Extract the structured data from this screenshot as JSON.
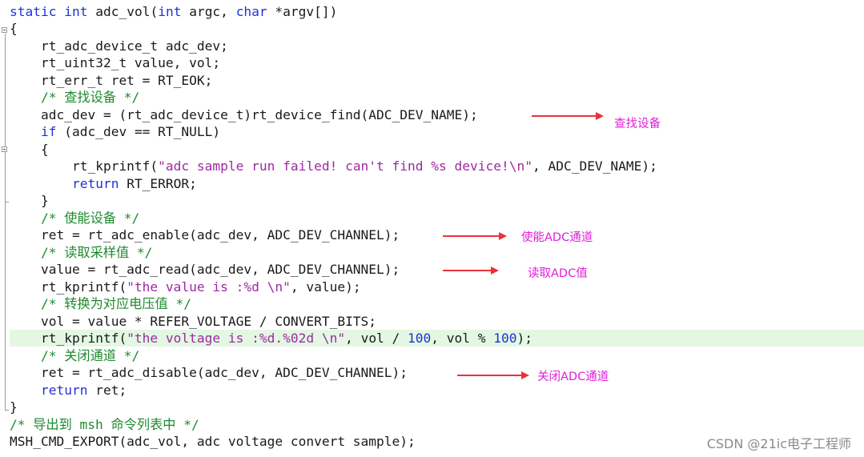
{
  "code": {
    "l1": {
      "a": "static",
      "b": " ",
      "c": "int",
      "d": " adc_vol(",
      "e": "int",
      "f": " argc, ",
      "g": "char",
      "h": " *argv[])"
    },
    "l2": {
      "a": "{"
    },
    "l3": {
      "a": "    rt_adc_device_t adc_dev;"
    },
    "l4": {
      "a": "    rt_uint32_t value, vol;"
    },
    "l5": {
      "a": "    rt_err_t ret = RT_EOK;"
    },
    "l6": {
      "a": "    /* 查找设备 */"
    },
    "l7": {
      "a": "    adc_dev = (rt_adc_device_t)rt_device_find(ADC_DEV_NAME);"
    },
    "l8": {
      "a": "    ",
      "b": "if",
      "c": " (adc_dev == RT_NULL)"
    },
    "l9": {
      "a": "    {"
    },
    "l10": {
      "a": "        rt_kprintf(",
      "b": "\"adc sample run failed! can't find %s device!\\n\"",
      "c": ", ADC_DEV_NAME);"
    },
    "l11": {
      "a": "        ",
      "b": "return",
      "c": " RT_ERROR;"
    },
    "l12": {
      "a": "    }"
    },
    "l13": {
      "a": "    /* 使能设备 */"
    },
    "l14": {
      "a": "    ret = rt_adc_enable(adc_dev, ADC_DEV_CHANNEL);"
    },
    "l15": {
      "a": "    /* 读取采样值 */"
    },
    "l16": {
      "a": "    value = rt_adc_read(adc_dev, ADC_DEV_CHANNEL);"
    },
    "l17": {
      "a": "    rt_kprintf(",
      "b": "\"the value is :%d \\n\"",
      "c": ", value);"
    },
    "l18": {
      "a": "    /* 转换为对应电压值 */"
    },
    "l19": {
      "a": "    vol = value * REFER_VOLTAGE / CONVERT_BITS;"
    },
    "l20": {
      "a": "    rt_kprintf(",
      "b": "\"the voltage is :%d.%02d \\n\"",
      "c": ", vol / ",
      "d": "100",
      "e": ", vol % ",
      "f": "100",
      "g": ");"
    },
    "l21": {
      "a": "    /* 关闭通道 */"
    },
    "l22": {
      "a": "    ret = rt_adc_disable(adc_dev, ADC_DEV_CHANNEL);"
    },
    "l23": {
      "a": "    ",
      "b": "return",
      "c": " ret;"
    },
    "l24": {
      "a": "}"
    },
    "l25": {
      "a": "/* 导出到 msh 命令列表中 */"
    },
    "l26": {
      "a": "MSH_CMD_EXPORT(adc_vol, adc voltage convert sample);"
    }
  },
  "annotations": {
    "find_device": "查找设备",
    "enable_channel": "使能ADC通道",
    "read_value": "读取ADC值",
    "disable_channel": "关闭ADC通道"
  },
  "watermark": "CSDN @21ic电子工程师",
  "colors": {
    "keyword": "#1f31d6",
    "comment": "#1e8a2e",
    "string": "#9d2aa0",
    "annotation": "#e020d8",
    "arrow": "#e8333a",
    "current_line": "#e3f7e3"
  }
}
